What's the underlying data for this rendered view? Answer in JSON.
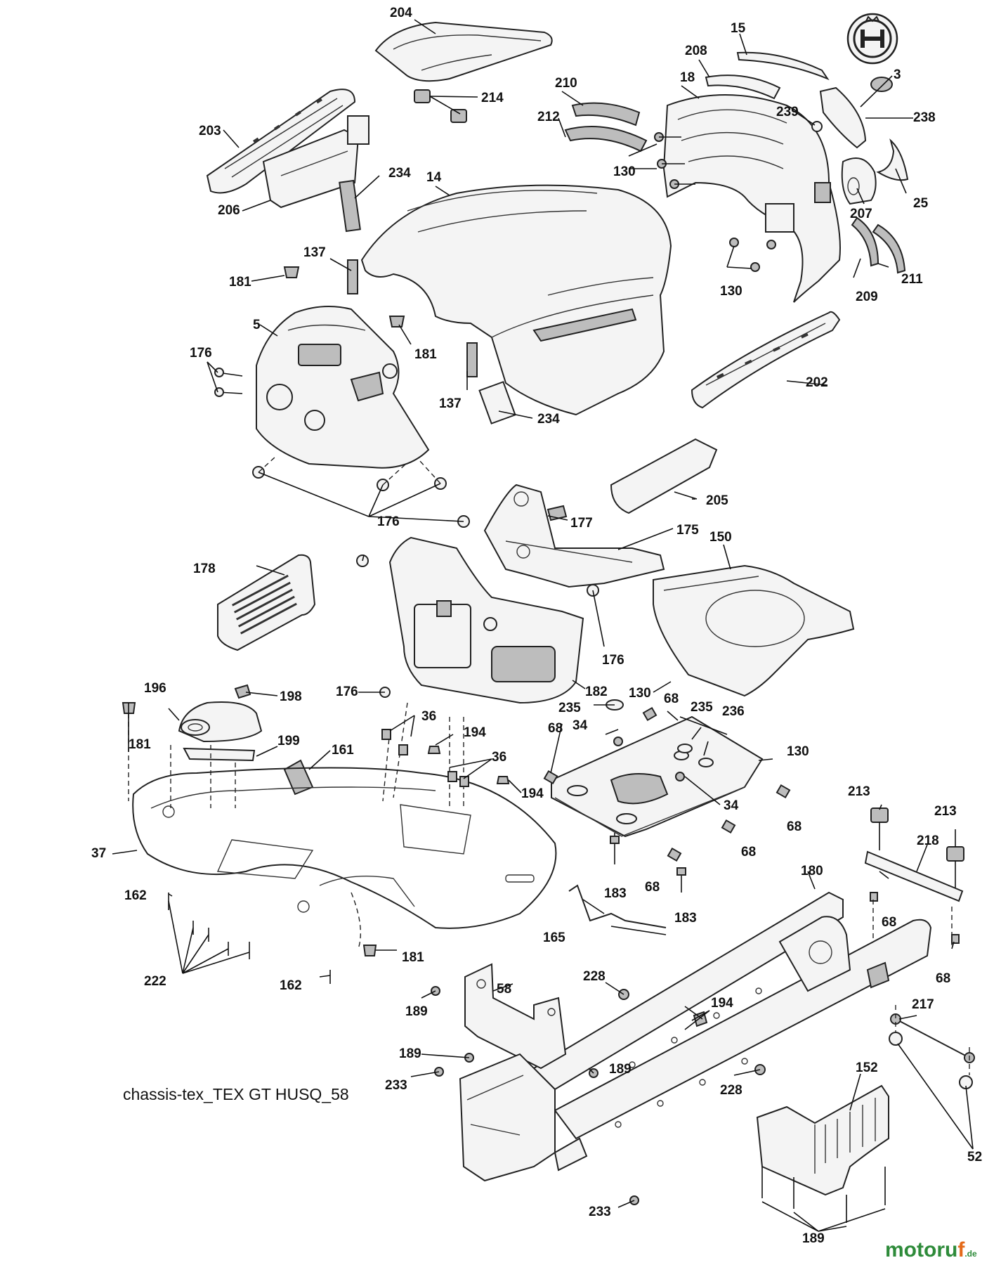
{
  "diagram": {
    "caption": "chassis-tex_TEX GT HUSQ_58",
    "watermark": {
      "prefix": "motoru",
      "accent": "f",
      "suffix": ".de"
    },
    "logo_icon": "husqvarna-crown-icon",
    "callouts": [
      "204",
      "15",
      "208",
      "3",
      "214",
      "210",
      "18",
      "239",
      "238",
      "212",
      "203",
      "130",
      "207",
      "25",
      "234",
      "14",
      "206",
      "211",
      "209",
      "137",
      "181",
      "5",
      "202",
      "176",
      "205",
      "177",
      "175",
      "150",
      "178",
      "182",
      "198",
      "196",
      "235",
      "36",
      "236",
      "34",
      "194",
      "199",
      "181",
      "161",
      "68",
      "213",
      "218",
      "37",
      "183",
      "180",
      "162",
      "165",
      "222",
      "58",
      "228",
      "189",
      "217",
      "233",
      "152",
      "52"
    ]
  }
}
